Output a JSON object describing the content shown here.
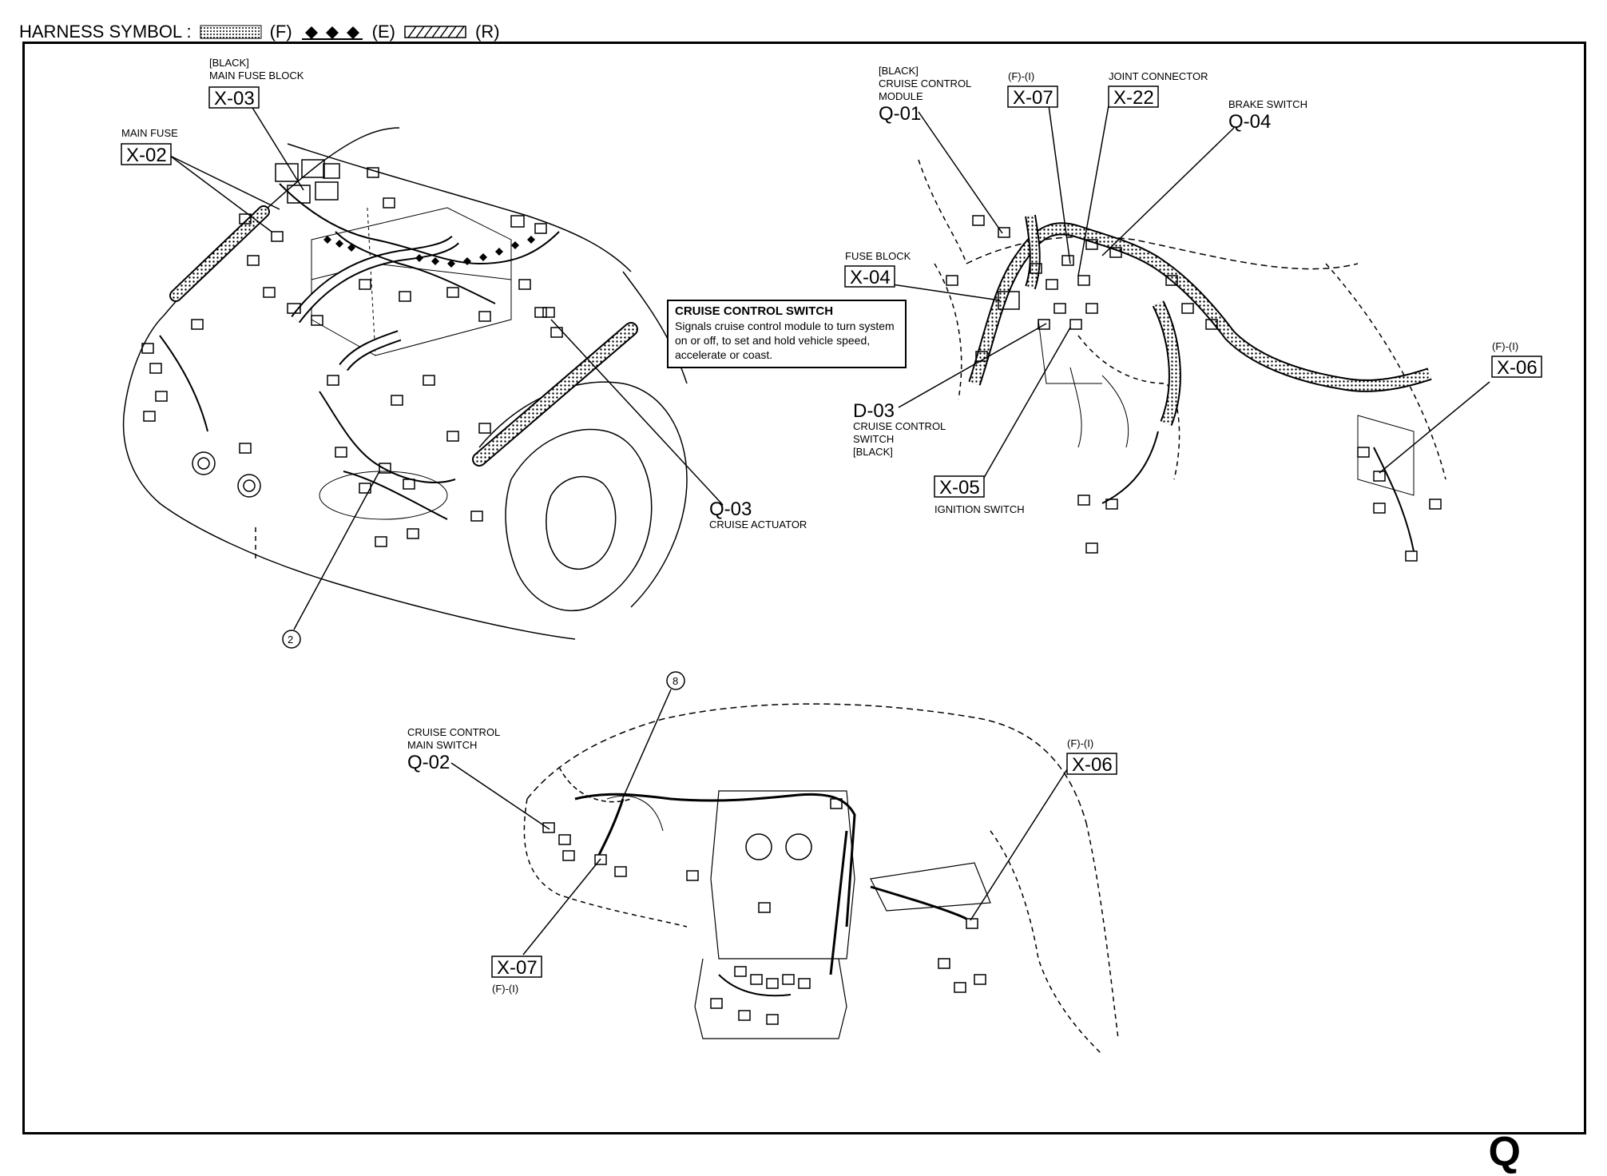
{
  "header": {
    "label": "HARNESS SYMBOL :",
    "symbols": [
      {
        "code": "(F)",
        "pattern": "dotted"
      },
      {
        "code": "(E)",
        "pattern": "diamonds"
      },
      {
        "code": "(R)",
        "pattern": "hatched"
      }
    ]
  },
  "callout": {
    "title": "CRUISE CONTROL SWITCH",
    "text": "Signals cruise control module to turn system on or off, to set and hold vehicle speed, accelerate or coast."
  },
  "engine_view": {
    "x03": {
      "note": "[BLACK]",
      "name": "MAIN FUSE BLOCK",
      "code": "X-03"
    },
    "x02": {
      "name": "MAIN FUSE",
      "code": "X-02"
    },
    "q03": {
      "code": "Q-03",
      "name": "CRUISE ACTUATOR"
    },
    "ground2": "2"
  },
  "dash_view": {
    "q01": {
      "note": "[BLACK]",
      "name1": "CRUISE CONTROL",
      "name2": "MODULE",
      "code": "Q-01"
    },
    "x07": {
      "note": "(F)-(I)",
      "code": "X-07"
    },
    "x22": {
      "name": "JOINT CONNECTOR",
      "code": "X-22"
    },
    "q04": {
      "name": "BRAKE SWITCH",
      "code": "Q-04"
    },
    "x04": {
      "name": "FUSE BLOCK",
      "code": "X-04"
    },
    "x06": {
      "note": "(F)-(I)",
      "code": "X-06"
    },
    "d03": {
      "code": "D-03",
      "name1": "CRUISE CONTROL",
      "name2": "SWITCH",
      "note": "[BLACK]"
    },
    "x05": {
      "code": "X-05",
      "name": "IGNITION SWITCH"
    }
  },
  "panel_view": {
    "ground8": "8",
    "q02": {
      "name1": "CRUISE CONTROL",
      "name2": "MAIN SWITCH",
      "code": "Q-02"
    },
    "x06": {
      "note": "(F)-(I)",
      "code": "X-06"
    },
    "x07": {
      "code": "X-07",
      "note": "(F)-(I)"
    }
  },
  "section_letter": "Q"
}
